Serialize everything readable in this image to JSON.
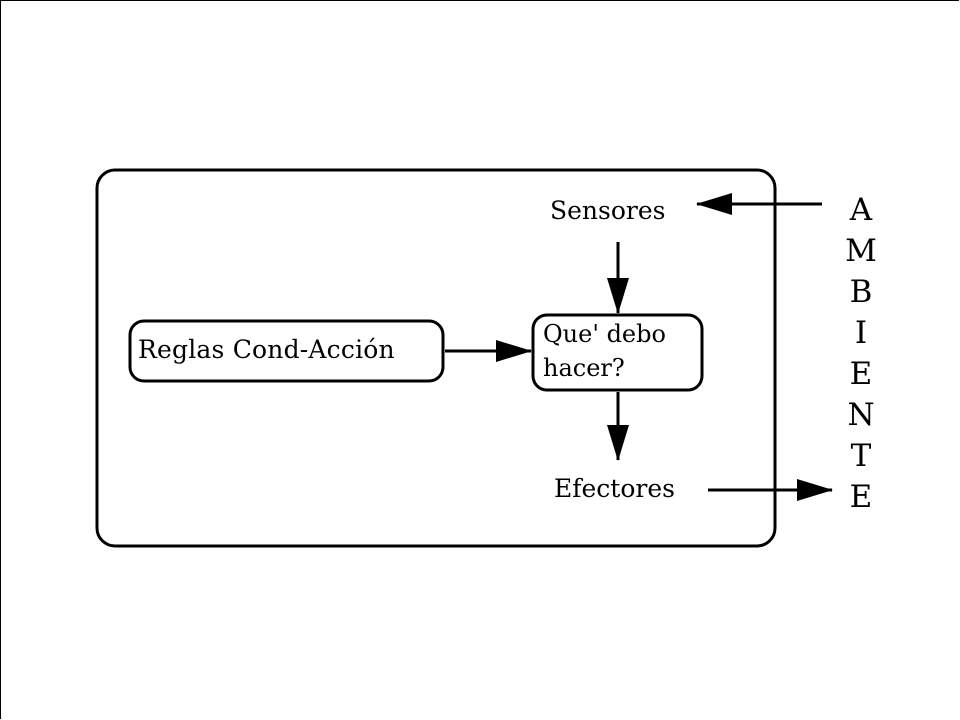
{
  "diagram": {
    "sensors_label": "Sensores",
    "rules_label": "Reglas Cond-Acción",
    "decision_label_line1": "Que' debo",
    "decision_label_line2": "hacer?",
    "effectors_label": "Efectores",
    "environment_letters": [
      "A",
      "M",
      "B",
      "I",
      "E",
      "N",
      "T",
      "E"
    ]
  }
}
